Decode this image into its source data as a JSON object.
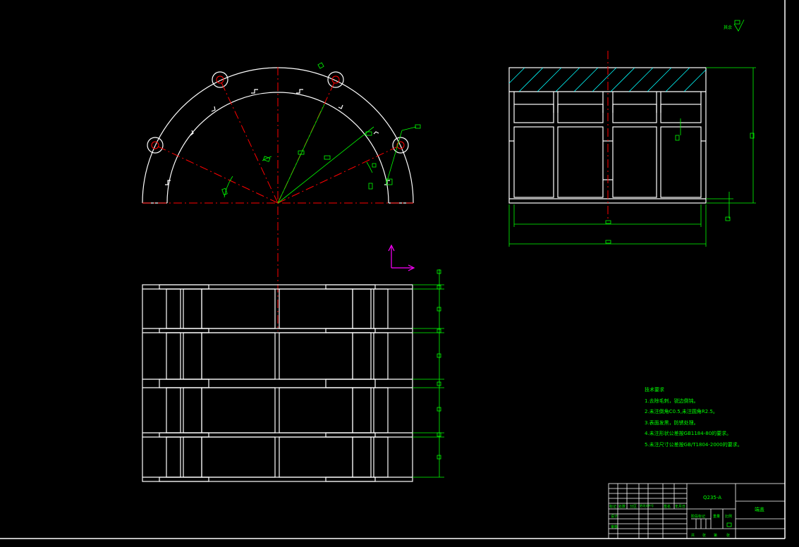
{
  "drawing": {
    "material": "Q235-A",
    "part_name": "端盖"
  },
  "tech_notes": {
    "title": "技术要求",
    "items": [
      "1.去除毛刺，锐边倒钝。",
      "2.未注倒角C0.5,未注圆角R2.5。",
      "3.表面发黑，防锈处理。",
      "4.未注形状公差按GB1184-80的要求。",
      "5.未注尺寸公差按GB/T1804-2000的要求。"
    ]
  },
  "title_block": {
    "row_labels": [
      "标记",
      "处数",
      "分区",
      "更改文件号",
      "签名",
      "年月日"
    ],
    "design": "设计",
    "review": "审核",
    "stage": "阶段标记",
    "weight": "重量",
    "scale": "比例",
    "sheet_labels": [
      "共",
      "张",
      "第",
      "张"
    ]
  },
  "roughness_symbol": "其余",
  "colors": {
    "outline": "#ffffff",
    "dimension": "#00ff00",
    "centerline": "#ff0000",
    "hatch": "#00ffff",
    "ucs": "#ff00ff"
  }
}
